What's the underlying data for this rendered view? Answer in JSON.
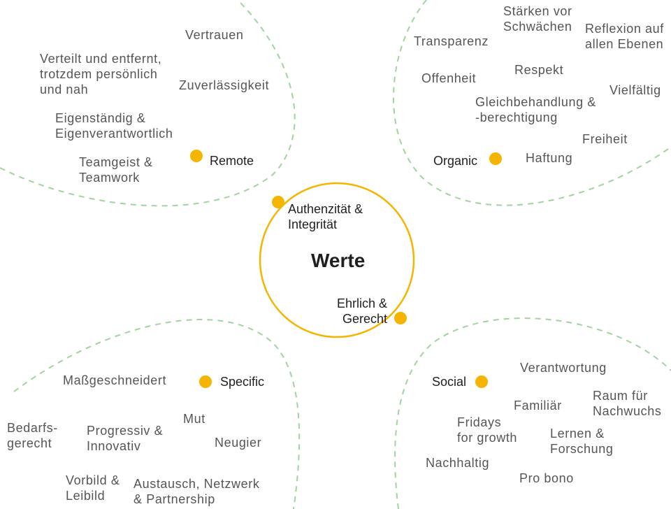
{
  "center": {
    "title": "Werte",
    "value_top": "Authenzität &\nIntegrität",
    "value_bottom": "Ehrlich &\nGerecht"
  },
  "clusters": {
    "remote": {
      "label": "Remote",
      "items": [
        "Vertrauen",
        "Verteilt und entfernt,\ntrotzdem persönlich\nund nah",
        "Zuverlässigkeit",
        "Eigenständig &\nEigenverantwortlich",
        "Teamgeist &\nTeamwork"
      ]
    },
    "organic": {
      "label": "Organic",
      "items": [
        "Stärken vor\nSchwächen",
        "Reflexion auf\nallen Ebenen",
        "Transparenz",
        "Respekt",
        "Offenheit",
        "Vielfältig",
        "Gleichbehandlung &\n-berechtigung",
        "Freiheit",
        "Haftung"
      ]
    },
    "specific": {
      "label": "Specific",
      "items": [
        "Maßgeschneidert",
        "Mut",
        "Bedarfs-\ngerecht",
        "Progressiv &\nInnovativ",
        "Neugier",
        "Vorbild &\nLeibild",
        "Austausch, Netzwerk\n& Partnership"
      ]
    },
    "social": {
      "label": "Social",
      "items": [
        "Verantwortung",
        "Raum für\nNachwuchs",
        "Familiär",
        "Fridays\nfor growth",
        "Lernen &\nForschung",
        "Nachhaltig",
        "Pro bono"
      ]
    }
  },
  "colors": {
    "accent": "#f4b400",
    "dashed": "#9fd49f",
    "circle": "#f4b400"
  }
}
